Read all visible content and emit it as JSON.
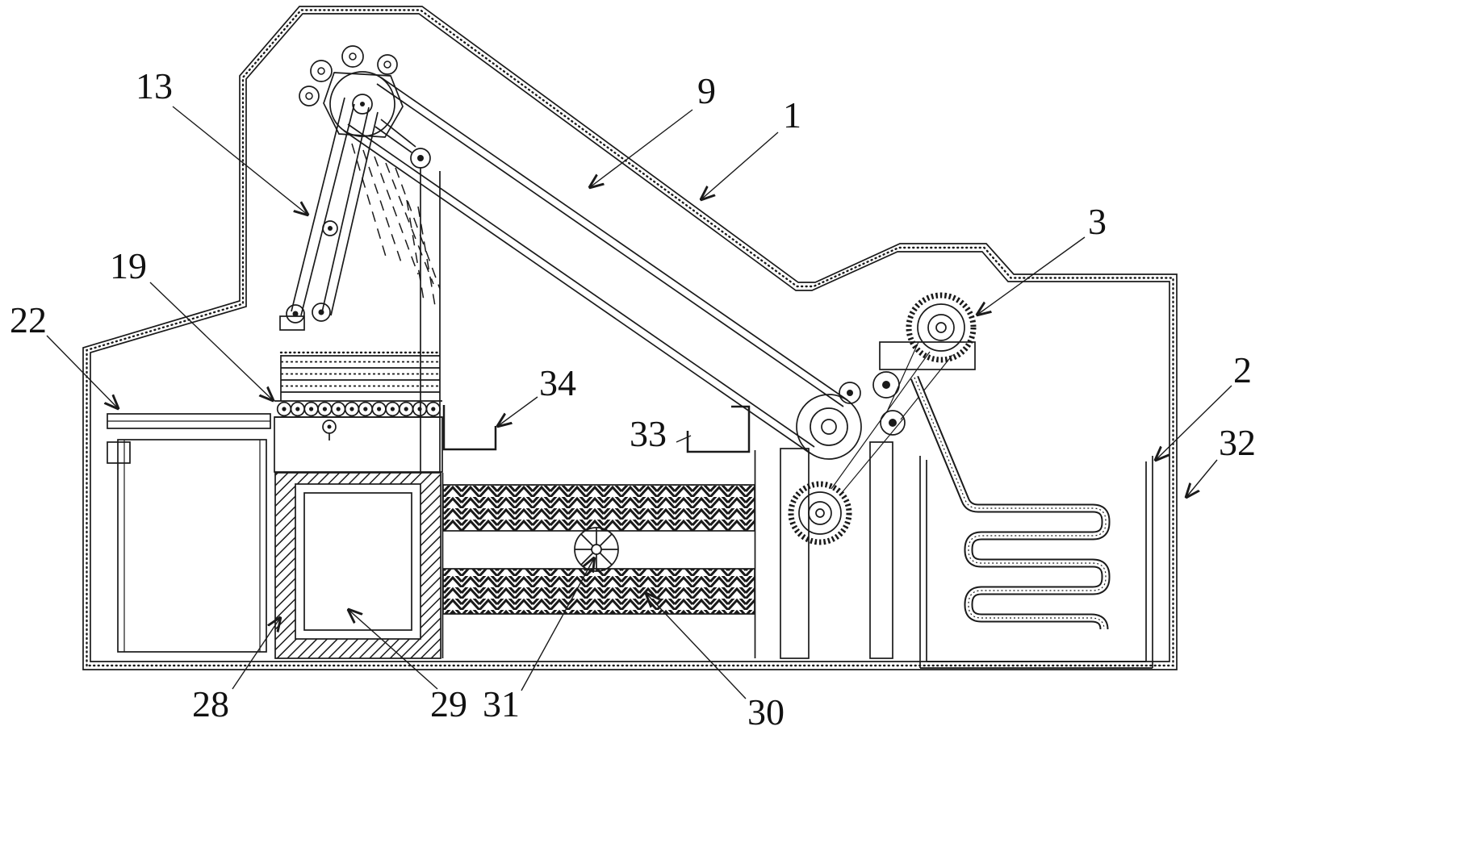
{
  "figure": {
    "type": "patent-line-drawing",
    "paper_color": "#ffffff",
    "ink_color": "#1a1a1a"
  },
  "labels": [
    {
      "text": "13"
    },
    {
      "text": "9"
    },
    {
      "text": "1"
    },
    {
      "text": "3"
    },
    {
      "text": "19"
    },
    {
      "text": "22"
    },
    {
      "text": "34"
    },
    {
      "text": "33"
    },
    {
      "text": "2"
    },
    {
      "text": "32"
    },
    {
      "text": "28"
    },
    {
      "text": "29"
    },
    {
      "text": "31"
    },
    {
      "text": "30"
    }
  ]
}
